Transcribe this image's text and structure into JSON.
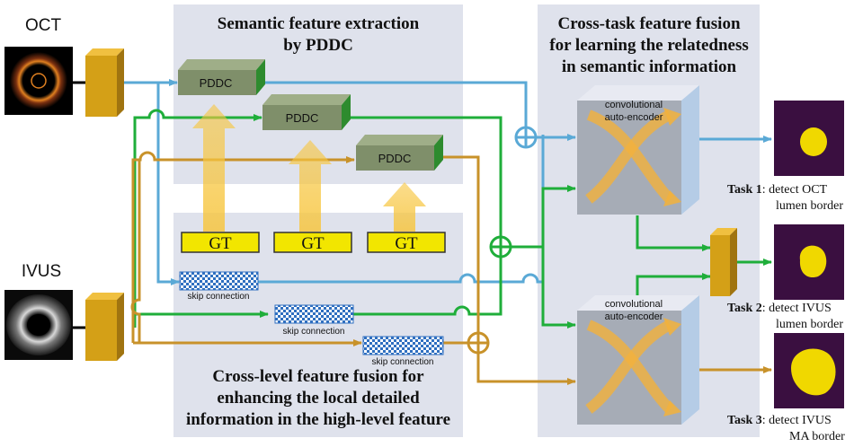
{
  "inputs": {
    "oct": "OCT",
    "ivus": "IVUS"
  },
  "panels": {
    "semantic": {
      "title_line1": "Semantic feature extraction",
      "title_line2": "by PDDC"
    },
    "cross_level": {
      "title_line1": "Cross-level feature fusion for",
      "title_line2": "enhancing the local detailed",
      "title_line3": "information in the high-level feature"
    },
    "cross_task": {
      "title_line1": "Cross-task feature fusion",
      "title_line2": "for learning the relatedness",
      "title_line3": "in semantic information"
    }
  },
  "modules": {
    "pddc": "PDDC",
    "gt": "GT",
    "skip": "skip connection",
    "ae_line1": "convolutional",
    "ae_line2": "auto-encoder"
  },
  "tasks": [
    {
      "prefix": "Task 1",
      "line1": ": detect OCT",
      "line2": "lumen border"
    },
    {
      "prefix": "Task 2",
      "line1": ": detect IVUS",
      "line2": "lumen border"
    },
    {
      "prefix": "Task 3",
      "line1": ": detect IVUS",
      "line2": "MA border"
    }
  ],
  "colors": {
    "blue": "#5aa9d6",
    "green": "#1fae3a",
    "orange": "#c8922a",
    "panel": "#dfe2ec",
    "gold": "#d4a017",
    "gt_fill": "#f2e600",
    "pddc": "#7f8f6a",
    "pddc_end": "#2e8b2e",
    "mask_bg": "#3a0f40",
    "mask_fg": "#f0d800"
  }
}
